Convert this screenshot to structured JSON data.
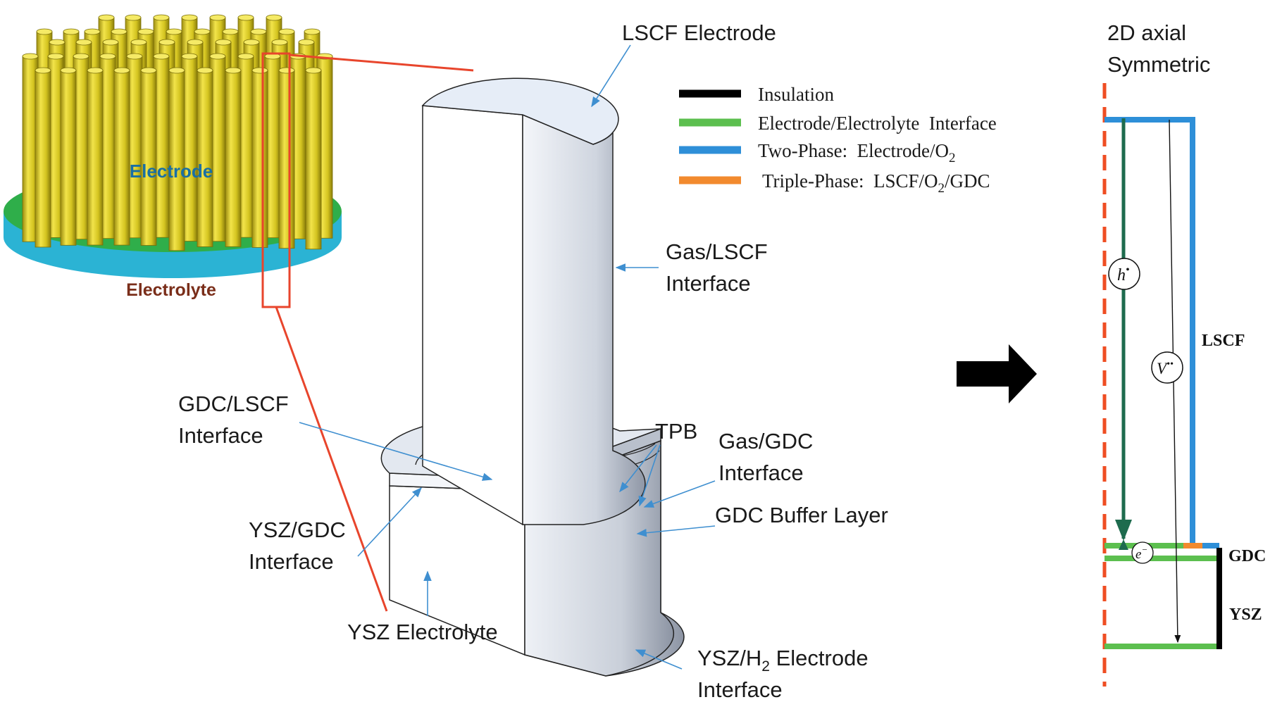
{
  "nanorods": {
    "electrode_label": "Electrode",
    "electrolyte_label": "Electrolyte"
  },
  "model_3d": {
    "lscf_electrode": "LSCF Electrode",
    "gas_lscf_1": "Gas/LSCF",
    "gas_lscf_2": "Interface",
    "gdc_lscf_1": "GDC/LSCF",
    "gdc_lscf_2": "Interface",
    "tpb": "TPB",
    "gas_gdc_1": "Gas/GDC",
    "gas_gdc_2": "Interface",
    "gdc_buffer": "GDC Buffer Layer",
    "ysz_gdc_1": "YSZ/GDC",
    "ysz_gdc_2": "Interface",
    "ysz_electrolyte": "YSZ Electrolyte",
    "ysz_h2_a": "YSZ/H",
    "ysz_h2_sub": "2",
    "ysz_h2_b": " Electrode",
    "ysz_h2_2": "Interface"
  },
  "legend": {
    "items": [
      {
        "label": "Insulation",
        "color": "#000000"
      },
      {
        "label": "Electrode/Electrolyte  Interface",
        "color": "#5cbf4f"
      },
      {
        "label": "Two-Phase:  Electrode/O",
        "sub": "2",
        "color": "#2e8fd8"
      },
      {
        "label": "Triple-Phase:  LSCF/O",
        "sub": "2",
        "suffix": "/GDC",
        "color": "#f28a2e"
      }
    ]
  },
  "axisym": {
    "title_1": "2D axial",
    "title_2": "Symmetric",
    "lscf": "LSCF",
    "gdc": "GDC",
    "ysz": "YSZ",
    "h_species": "h",
    "h_sup": "•",
    "v_species": "V",
    "v_sup": "••",
    "e_species": "e",
    "e_sup": "−"
  },
  "colors": {
    "rod": "#d4c420",
    "rod_edge": "#8a7d0a",
    "substrate_top": "#2fae4a",
    "substrate_side": "#2bb3d4",
    "zoom_box": "#e8452c",
    "axis_dash": "#ef4e23",
    "pointer": "#3f8fd0",
    "dark_green": "#1e6b4e"
  }
}
